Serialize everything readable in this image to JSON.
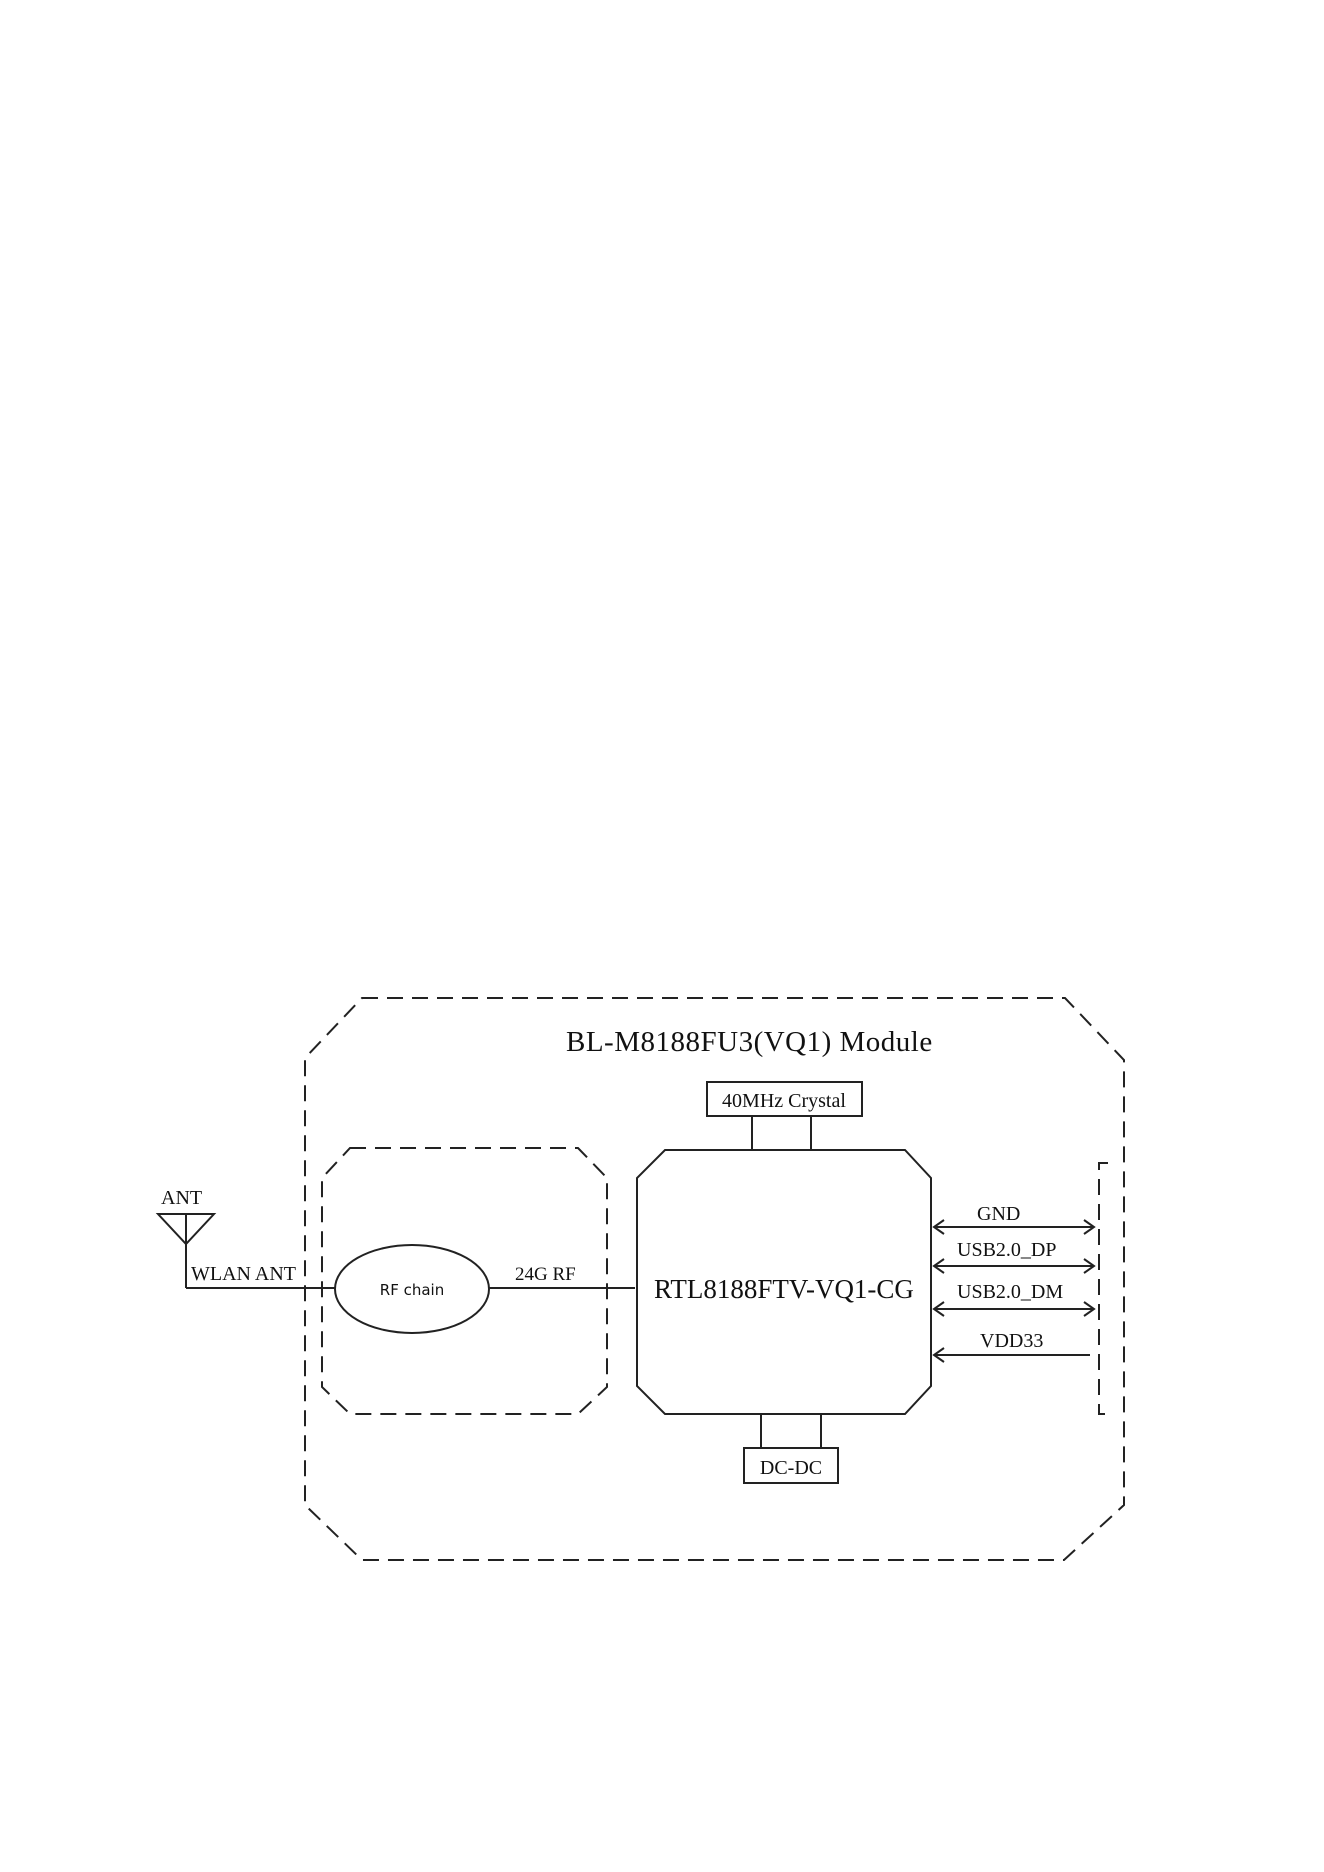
{
  "module": {
    "title": "BL-M8188FU3(VQ1) Module"
  },
  "antenna": {
    "label": "ANT",
    "line_label": "WLAN ANT"
  },
  "rf_block": {
    "label": "RF chain",
    "output_label": "24G RF"
  },
  "crystal": {
    "label": "40MHz Crystal"
  },
  "chip": {
    "label": "RTL8188FTV-VQ1-CG"
  },
  "dcdc": {
    "label": "DC-DC"
  },
  "signals": [
    {
      "label": "GND",
      "direction": "bidirectional"
    },
    {
      "label": "USB2.0_DP",
      "direction": "bidirectional"
    },
    {
      "label": "USB2.0_DM",
      "direction": "bidirectional"
    },
    {
      "label": "VDD33",
      "direction": "input"
    }
  ]
}
